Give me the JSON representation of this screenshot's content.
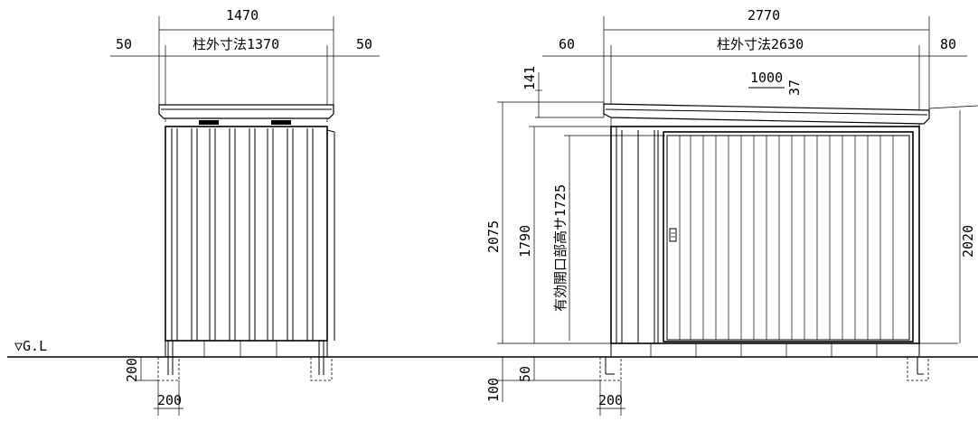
{
  "labels": {
    "front_total_width": "1470",
    "front_left_overhang": "50",
    "front_post_width": "柱外寸法1370",
    "front_right_overhang": "50",
    "ground_level": "▽G.L",
    "front_footing_height": "200",
    "front_footing_width": "200",
    "side_total_width": "2770",
    "side_left_overhang": "60",
    "side_post_width": "柱外寸法2630",
    "side_right_overhang": "80",
    "roof_slope_run": "1000",
    "roof_slope_rise": "37",
    "roof_height_diff": "141",
    "overall_height_front": "2075",
    "eave_height": "1790",
    "effective_opening_height": "有効開口部高サ1725",
    "overall_height_rear": "2020",
    "side_footing_depth": "100",
    "side_footing_height": "50",
    "side_footing_width": "200"
  }
}
